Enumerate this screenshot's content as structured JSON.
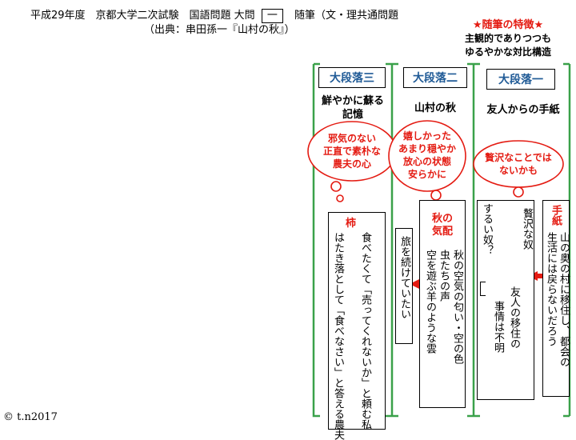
{
  "header": {
    "title": "平成29年度　京都大学二次試験　国語問題 大問",
    "question_number": "一",
    "subject": "随筆（文・理共通問題",
    "source": "（出典：串田孫一『山村の秋』）"
  },
  "feature": {
    "heading": "★随筆の特徴★",
    "line1": "主観的でありつつも",
    "line2": "ゆるやかな対比構造"
  },
  "sections": {
    "s3": {
      "label": "大段落三",
      "title_line1": "鮮やかに蘇る",
      "title_line2": "記憶"
    },
    "s2": {
      "label": "大段落二",
      "title": "山村の秋"
    },
    "s1": {
      "label": "大段落一",
      "title": "友人からの手紙"
    }
  },
  "clouds": {
    "c3": {
      "line1": "邪気のない",
      "line2": "正直で素朴な",
      "line3": "農夫の心"
    },
    "c2": {
      "line1": "嬉しかった",
      "line2": "あまり穏やか",
      "line3": "放心の状態",
      "line4": "安らかに"
    },
    "c1": {
      "line1": "贅沢なことでは",
      "line2": "ないかも"
    }
  },
  "s3_box": {
    "tag": "柿",
    "col1": "食べたくて「売ってくれないか」と頼む私",
    "col2": "はたき落として「食べなさい」と答える農夫"
  },
  "s2_boxes": {
    "tabi": "旅を続けていたい",
    "tag_line1": "秋の",
    "tag_line2": "気配",
    "col1": "秋の空気の匂い・空の色",
    "col2": "虫たちの声",
    "col3": "空を遊ぶ羊のような雲"
  },
  "s1_boxes": {
    "zeitaku": "贅沢な奴",
    "suru": "するい奴？",
    "yujin_col1": "友人の移住の",
    "yujin_col2": "事情は不明",
    "tegami_tag": "手紙",
    "tegami_col1": "山の奥の村に移住し、都会の",
    "tegami_col2": "生活には戻らないだろう"
  },
  "copyright": "© t.n2017"
}
